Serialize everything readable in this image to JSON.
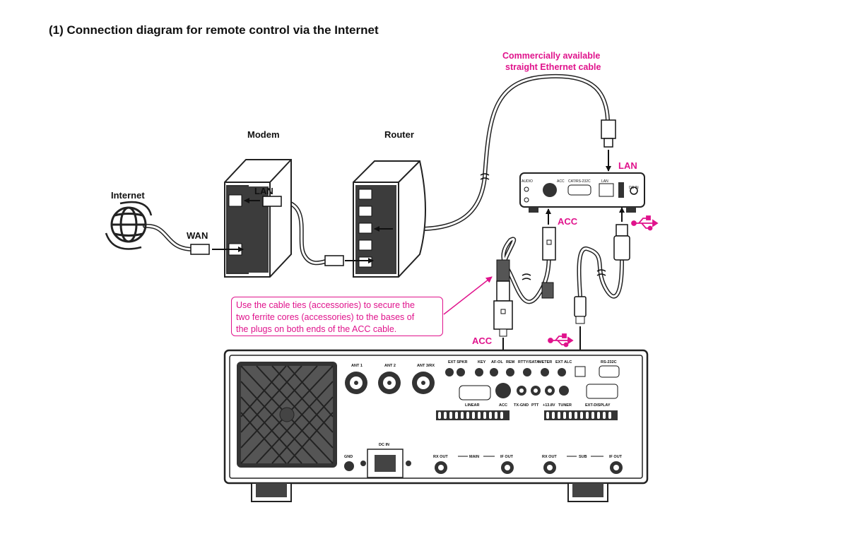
{
  "title": "(1) Connection diagram for remote control via the Internet",
  "labels": {
    "internet": "Internet",
    "wan": "WAN",
    "modem": "Modem",
    "router": "Router",
    "lan_modem": "LAN",
    "lan_unit": "LAN",
    "acc_unit": "ACC",
    "acc_radio": "ACC",
    "cable_line1": "Commercially available",
    "cable_line2": "straight Ethernet cable"
  },
  "note_lines": [
    "Use the cable ties (accessories) to secure the",
    "two ferrite cores (accessories) to the bases of",
    "the plugs on both ends of the ACC cable."
  ],
  "unit_panel": {
    "audio": "AUDIO",
    "acc": "ACC",
    "cat": "CAT/RS-232C",
    "lan": "LAN",
    "dcin": "DC IN"
  },
  "radio_panel": {
    "ant1": "ANT 1",
    "ant2": "ANT 2",
    "ant3": "ANT 3/RX",
    "ext_spkr": "EXT SPKR",
    "key": "KEY",
    "af_ol": "AF-OL",
    "rem": "REM",
    "rtty": "RTTY/SATA",
    "meter": "METER",
    "ext_alc": "EXT ALC",
    "rs232c": "RS-232C",
    "linear": "LINEAR",
    "acc": "ACC",
    "txgnd": "TX-GND",
    "ptt": "PTT",
    "v138": "+13.8V",
    "tuner": "TUNER",
    "ext_display": "EXT-DISPLAY",
    "gnd": "GND",
    "dc_in": "DC IN",
    "rx_out_main": "RX OUT",
    "main": "MAIN",
    "if_out_main": "IF OUT",
    "rx_out_sub": "RX OUT",
    "sub": "SUB",
    "if_out_sub": "IF OUT"
  },
  "colors": {
    "accent": "#e0138c",
    "line": "#1a1a1a",
    "panel": "#3a3a3a"
  },
  "icons": [
    "globe-icon",
    "usb-icon",
    "ethernet-plug-icon",
    "fan-icon"
  ]
}
